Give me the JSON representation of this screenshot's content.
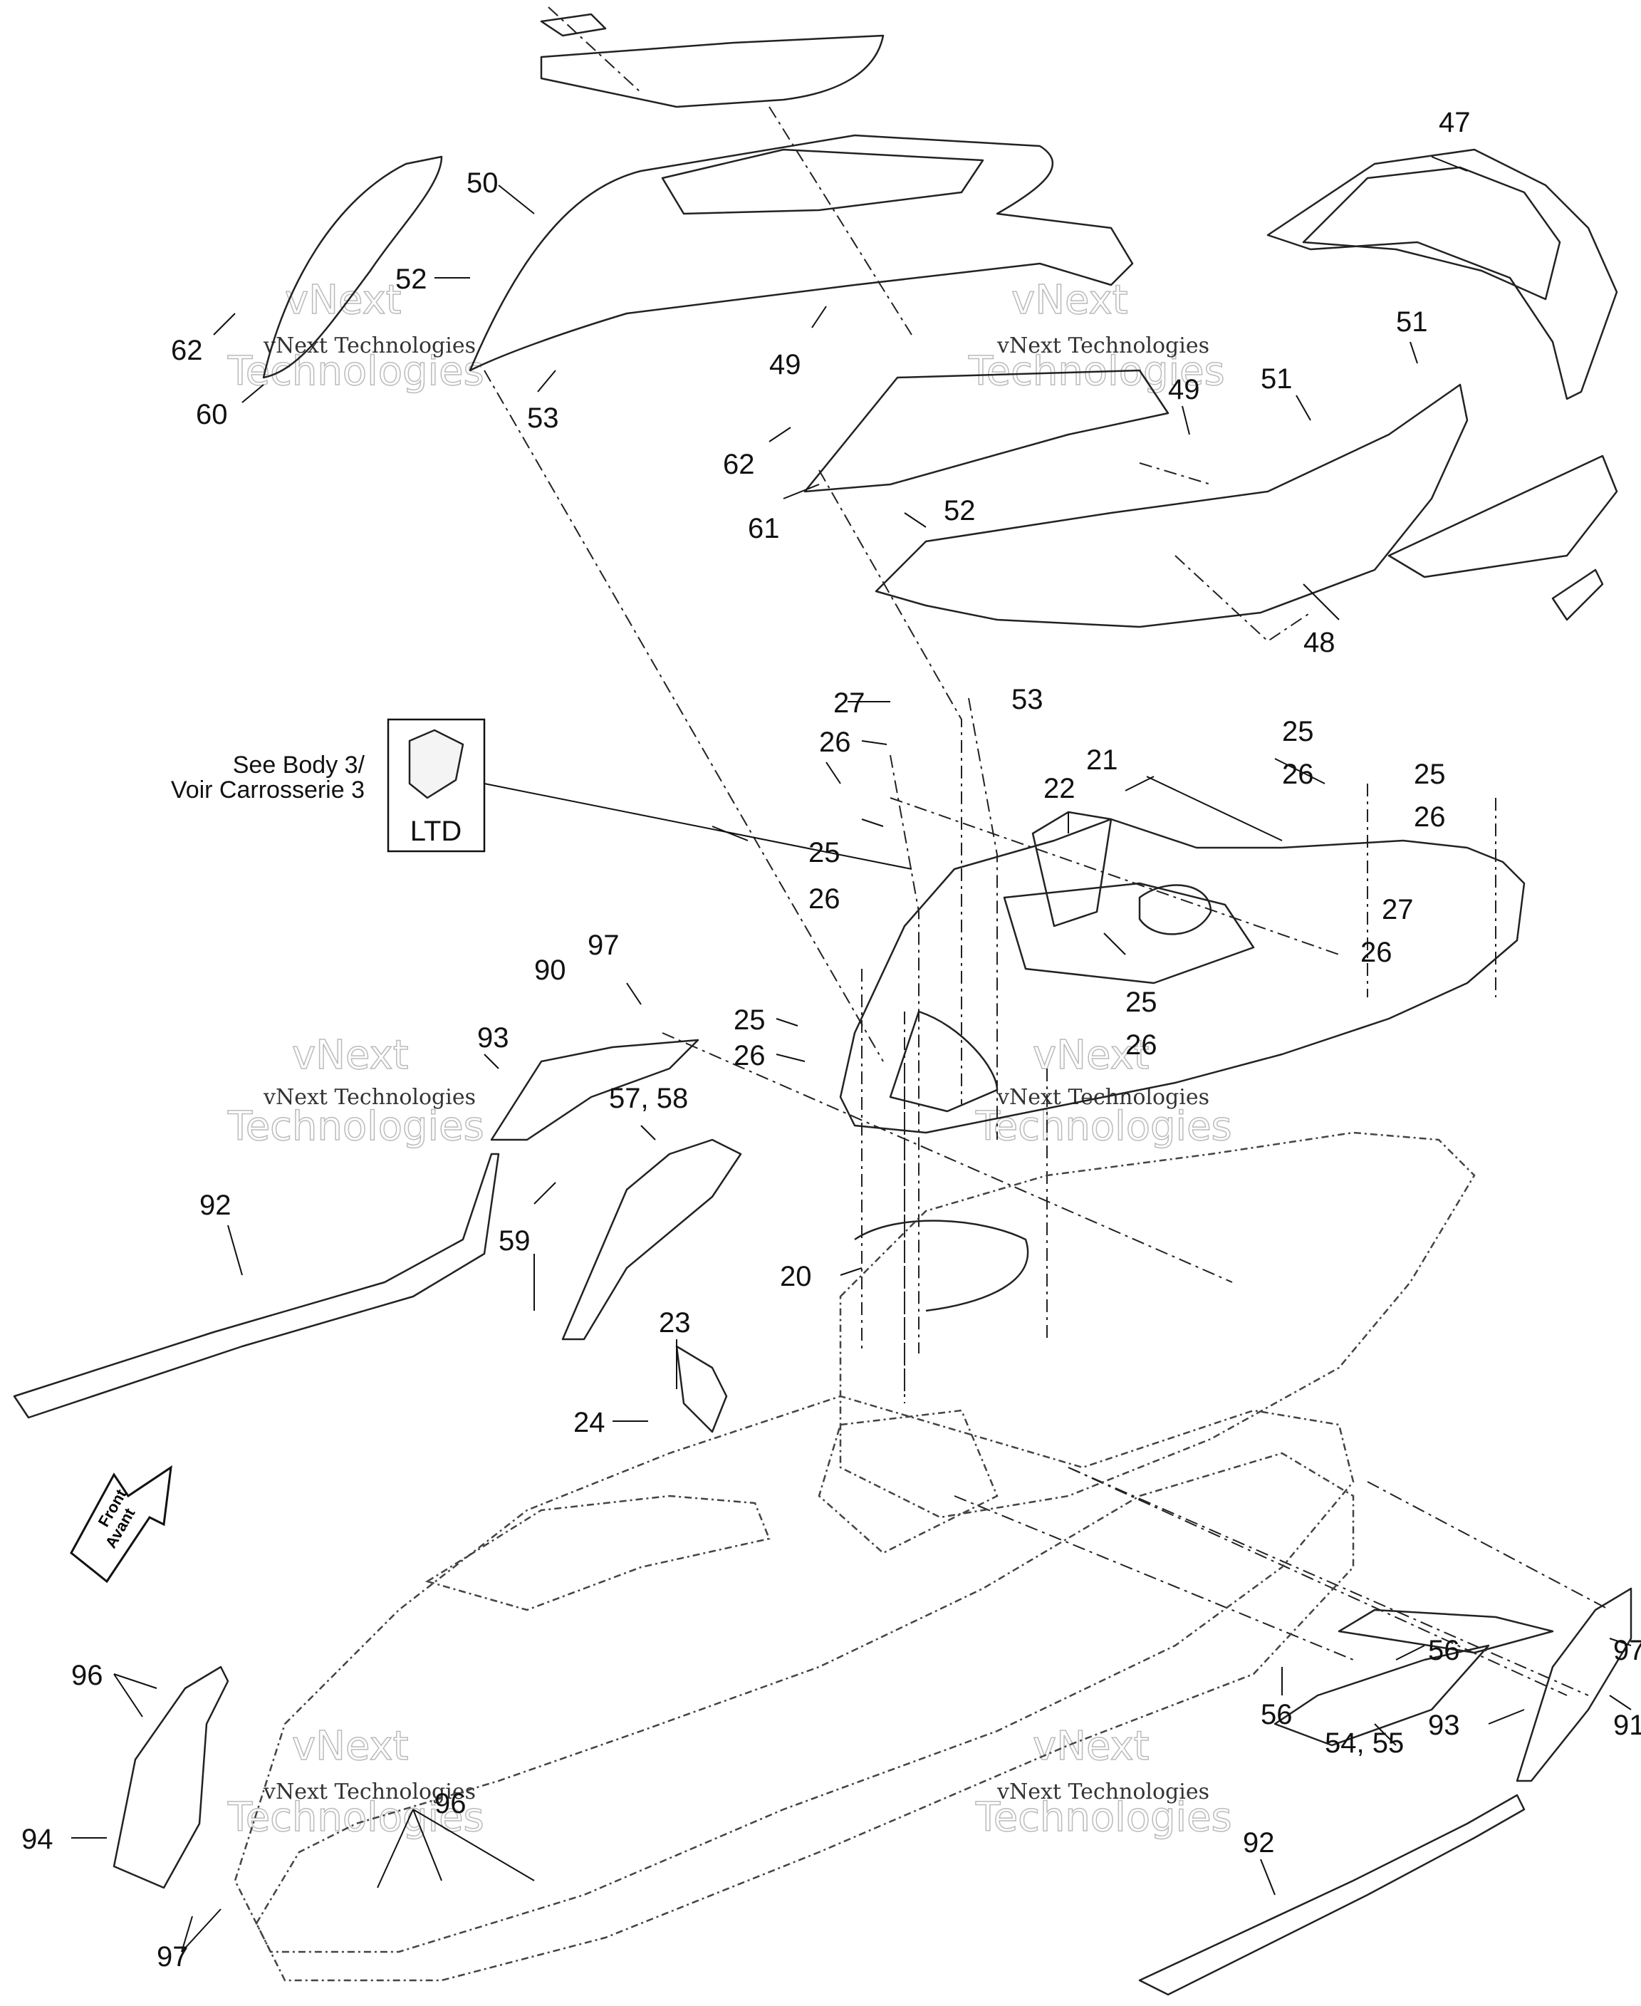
{
  "callouts": {
    "c47": "47",
    "c50": "50",
    "c52a": "52",
    "c62a": "62",
    "c60": "60",
    "c49a": "49",
    "c53a": "53",
    "c51a": "51",
    "c51b": "51",
    "c49b": "49",
    "c62b": "62",
    "c61": "61",
    "c52b": "52",
    "c48": "48",
    "c53b": "53",
    "c27a": "27",
    "c26a": "26",
    "c21": "21",
    "c25a": "25",
    "c26b": "26",
    "c25b": "25",
    "c26c": "26",
    "c22": "22",
    "c25c": "25",
    "c26d": "26",
    "c27b": "27",
    "c26e": "26",
    "c25d": "25",
    "c26f": "26",
    "c25e": "25",
    "c26g": "26",
    "c97a": "97",
    "c90": "90",
    "c93a": "93",
    "c5758": "57, 58",
    "c92a": "92",
    "c59": "59",
    "c20": "20",
    "c23": "23",
    "c24": "24",
    "c56a": "56",
    "c97b": "97",
    "c93b": "93",
    "c91": "91",
    "c56b": "56",
    "c5455": "54, 55",
    "c96a": "96",
    "c94": "94",
    "c96b": "96",
    "c97c": "97",
    "c92b": "92"
  },
  "reference_box": {
    "line1": "See Body 3/",
    "line2": "Voir Carrosserie 3",
    "badge": "LTD"
  },
  "front_arrow": {
    "line1": "Front",
    "line2": "Avant"
  },
  "watermark": {
    "company": "vNext Technologies",
    "big": "Technologies",
    "next": "vNext"
  }
}
